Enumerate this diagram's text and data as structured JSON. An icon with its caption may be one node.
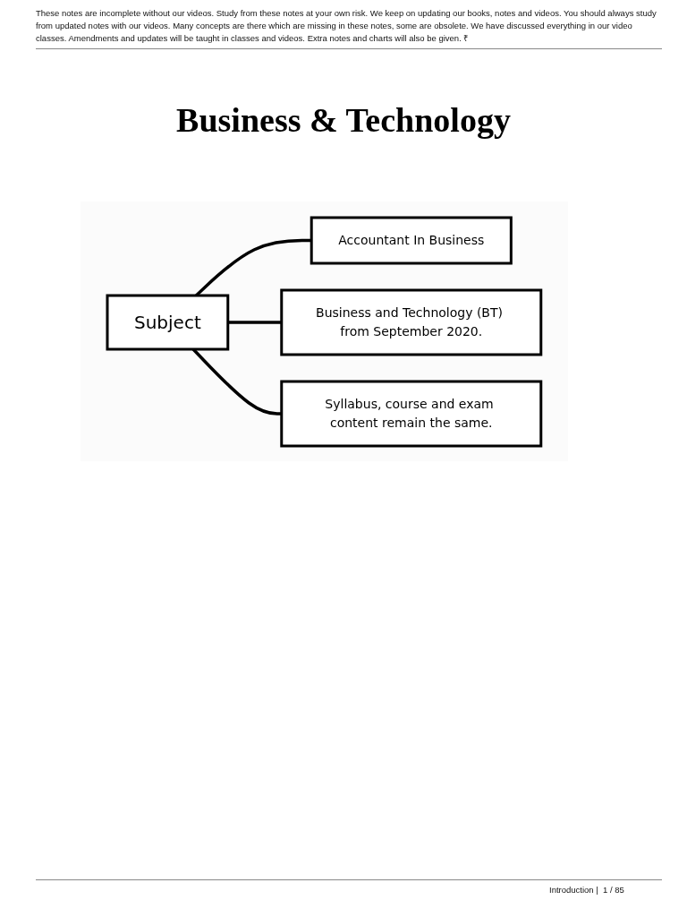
{
  "diagram": {
    "title": "Business & Technology",
    "nodes": [
      {
        "text": [
          "Subject"
        ]
      },
      {
        "text": [
          "Accountant In Business"
        ]
      },
      {
        "text": [
          "Business and Technology (BT) from September 2020."
        ]
      },
      {
        "text": [
          "Syllabus, course and exam content remain the same."
        ]
      }
    ],
    "edges": [
      {
        "from": 0,
        "to": 1,
        "arrow": "none"
      },
      {
        "from": 0,
        "to": 2,
        "arrow": "none"
      },
      {
        "from": 0,
        "to": 3,
        "arrow": "none"
      }
    ],
    "labels": [
      "These notes are incomplete without our videos. Study from these notes at your own risk. We keep on updating our books, notes and videos. You should always study from updated notes with our videos. Many concepts are there which are missing in these notes, some are obsolete. We have discussed everything in our video classes.  Amendments and updates will be taught in classes and videos. Extra notes and charts will also be given. ₹",
      "Introduction |  1 / 85"
    ]
  }
}
